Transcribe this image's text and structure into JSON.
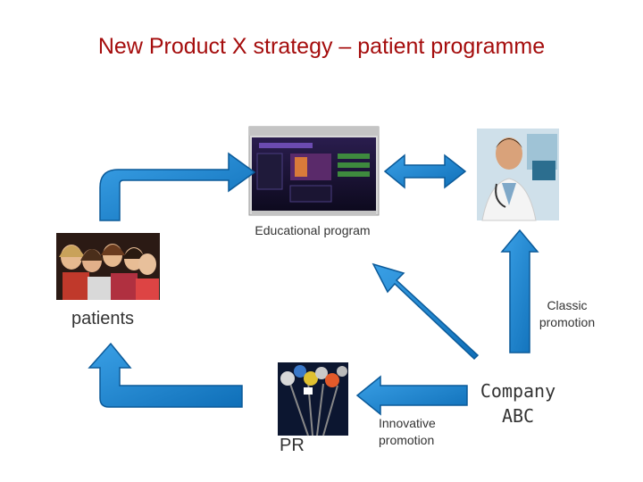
{
  "title": "New Product X strategy – patient programme",
  "nodes": {
    "educational_program": {
      "label": "Educational program"
    },
    "patients": {
      "label": "patients"
    },
    "classic_promotion": {
      "label_line1": "Classic",
      "label_line2": "promotion"
    },
    "company": {
      "label_line1": "Company",
      "label_line2": "ABC"
    },
    "innovative_promotion": {
      "label_line1": "Innovative",
      "label_line2": "promotion"
    },
    "pr": {
      "label": "PR"
    }
  },
  "colors": {
    "arrow_fill": "#1a7fc9",
    "arrow_stroke": "#0b5a99",
    "title": "#a50d0d"
  }
}
